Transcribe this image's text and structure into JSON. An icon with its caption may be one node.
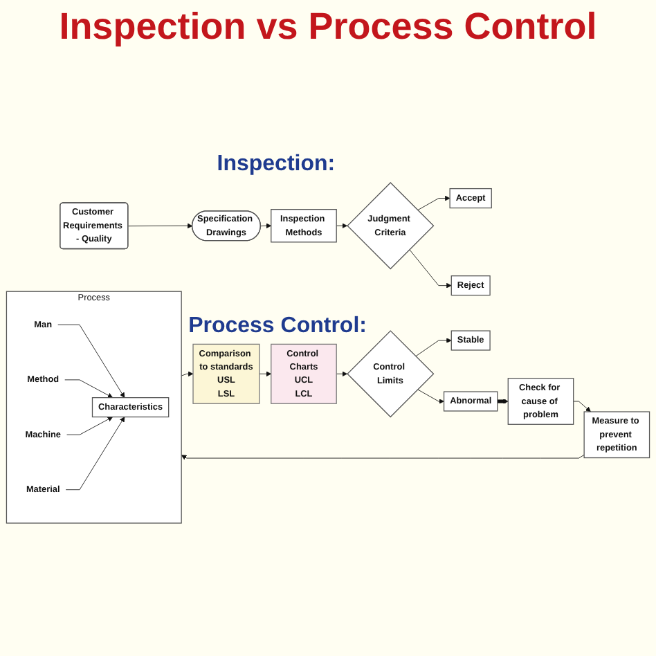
{
  "diagram": {
    "title": "Inspection vs Process Control",
    "nodes": [
      {
        "text": [
          "Customer Requirements - Quality"
        ]
      },
      {
        "text": [
          "Specification Drawings"
        ]
      },
      {
        "text": [
          "Inspection Methods"
        ]
      },
      {
        "text": [
          "Judgment Criteria"
        ]
      },
      {
        "text": [
          "Accept"
        ]
      },
      {
        "text": [
          "Reject"
        ]
      },
      {
        "text": [
          "Process"
        ]
      },
      {
        "text": [
          "Man"
        ],
        "in": 6
      },
      {
        "text": [
          "Method"
        ],
        "in": 6
      },
      {
        "text": [
          "Machine"
        ],
        "in": 6
      },
      {
        "text": [
          "Material"
        ],
        "in": 6
      },
      {
        "text": [
          "Characteristics"
        ],
        "in": 6
      },
      {
        "text": [
          "Comparison to standards",
          "USL",
          "LSL"
        ]
      },
      {
        "text": [
          "Control Charts",
          "UCL",
          "LCL"
        ]
      },
      {
        "text": [
          "Control Limits"
        ]
      },
      {
        "text": [
          "Stable"
        ]
      },
      {
        "text": [
          "Abnormal"
        ]
      },
      {
        "text": [
          "Check for cause of problem"
        ]
      },
      {
        "text": [
          "Measure to prevent repetition"
        ]
      }
    ],
    "edges": [
      {
        "from": 0,
        "to": 1,
        "arrow": "to"
      },
      {
        "from": 1,
        "to": 2,
        "arrow": "to"
      },
      {
        "from": 2,
        "to": 3,
        "arrow": "to"
      },
      {
        "from": 3,
        "to": 4,
        "arrow": "to"
      },
      {
        "from": 3,
        "to": 5,
        "arrow": "to"
      },
      {
        "from": 7,
        "to": 11,
        "arrow": "to"
      },
      {
        "from": 8,
        "to": 11,
        "arrow": "to"
      },
      {
        "from": 9,
        "to": 11,
        "arrow": "to"
      },
      {
        "from": 10,
        "to": 11,
        "arrow": "to"
      },
      {
        "from": 6,
        "to": 12,
        "arrow": "to"
      },
      {
        "from": 12,
        "to": 13,
        "arrow": "to"
      },
      {
        "from": 13,
        "to": 14,
        "arrow": "to"
      },
      {
        "from": 14,
        "to": 15,
        "arrow": "to"
      },
      {
        "from": 14,
        "to": 16,
        "arrow": "to"
      },
      {
        "from": 16,
        "to": 17,
        "arrow": "to",
        "style": "thick"
      },
      {
        "from": 17,
        "to": 18,
        "arrow": "to"
      },
      {
        "from": 18,
        "to": 6,
        "arrow": "to"
      }
    ],
    "labels": [
      "Inspection:",
      "Process Control:"
    ]
  }
}
